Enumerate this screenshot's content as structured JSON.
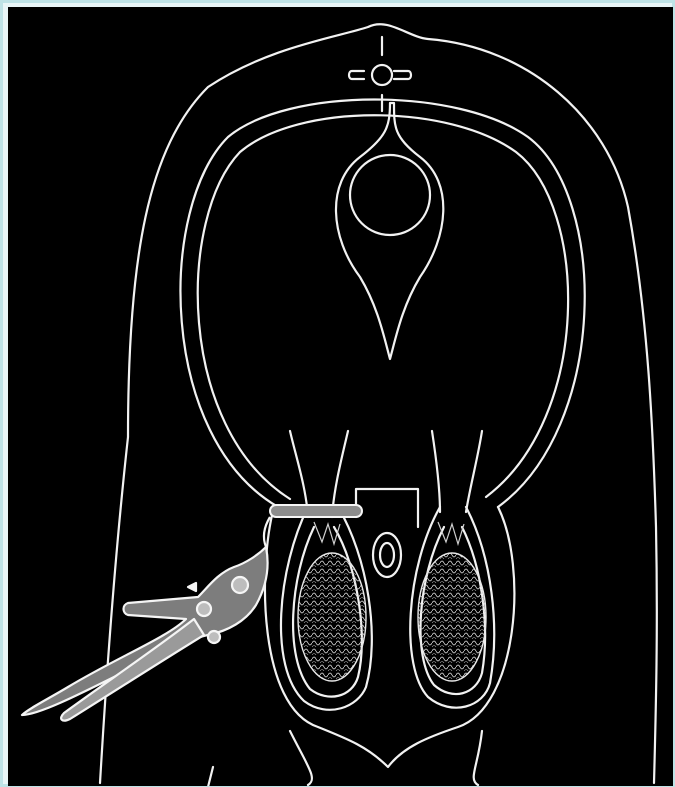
{
  "diagram": {
    "kind": "anatomical line illustration",
    "labels": [],
    "colors": {
      "background": "#000000",
      "line": "#f2f2f2",
      "frame": "#bfe3e6",
      "tool_fill": "#9a9a9a"
    },
    "icons": [
      "burdizzo-clamp-tool",
      "testicle",
      "spermatic-cord",
      "scrotum-outline",
      "udder-teat",
      "body-outline"
    ]
  }
}
